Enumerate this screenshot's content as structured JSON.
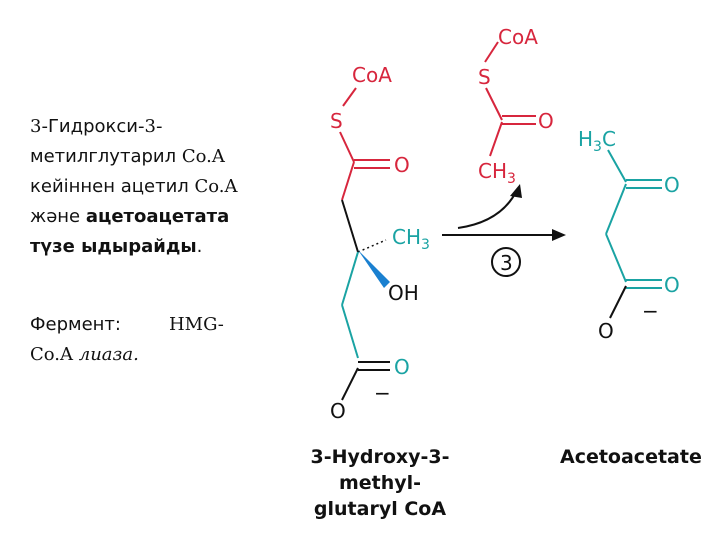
{
  "caption": {
    "line1_a": "3",
    "line1_b": "-Гидрокси-",
    "line1_c": "3",
    "line1_d": "-",
    "line2_a": "метилглутарил ",
    "line2_b": "Co.A",
    "line3_a": "кейіннен ацетил ",
    "line3_b": "Co.A",
    "line4_a": "және ",
    "line4_b": "ацетоацетата",
    "line5_a": "түзе ыдырайды",
    "line5_b": "."
  },
  "enzyme": {
    "label": "Фермент:",
    "name_a": "HMG-",
    "name_b": "Co.A",
    "name_c": " лиаза."
  },
  "scheme": {
    "left_molecule": {
      "coa": "CoA",
      "s": "S",
      "o_ketone": "O",
      "ch3": "CH",
      "ch3_sub": "3",
      "oh": "OH",
      "o_carboxyl": "O",
      "o_minus": "O",
      "charge": "−",
      "name_line1": "3-Hydroxy-3-methyl-",
      "name_line2": "glutaryl CoA"
    },
    "acetyl_coa": {
      "coa": "CoA",
      "s": "S",
      "o": "O",
      "ch3": "CH",
      "ch3_sub": "3"
    },
    "step_number": "3",
    "right_molecule": {
      "h3c_h": "H",
      "h3c_sub": "3",
      "h3c_c": "C",
      "o_ketone": "O",
      "o_carboxyl": "O",
      "o_minus": "O",
      "charge": "−",
      "name": "Acetoacetate"
    },
    "colors": {
      "red": "#d7263d",
      "teal": "#1aa3a3",
      "dark": "#111111"
    }
  }
}
